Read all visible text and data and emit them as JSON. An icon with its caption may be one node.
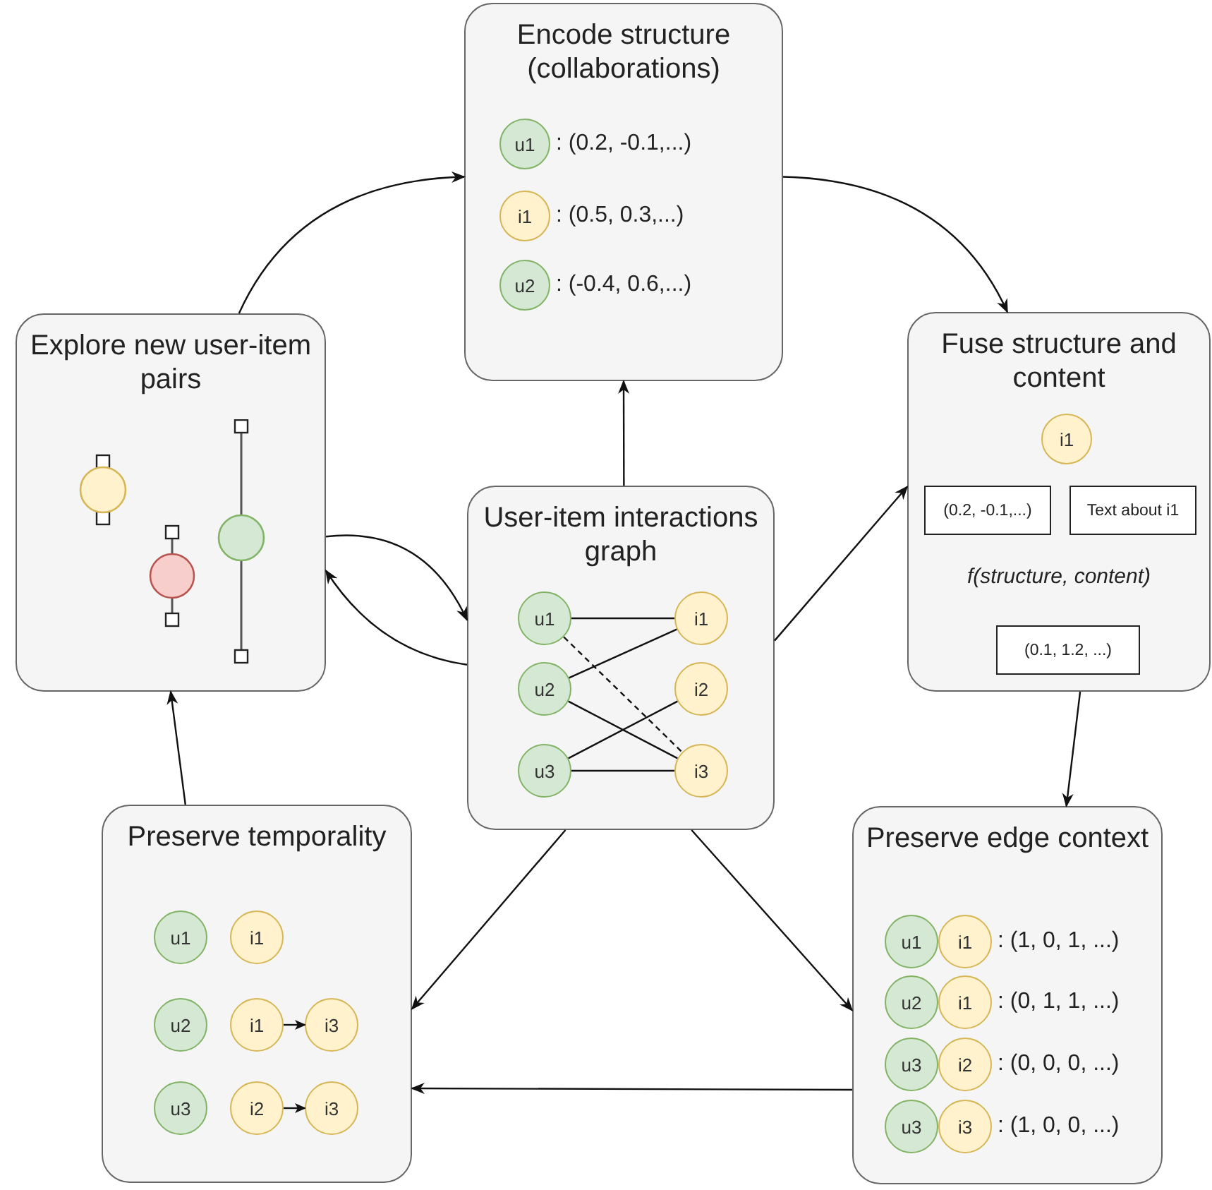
{
  "diagram": {
    "nodes": [
      {
        "text": [
          "Encode structure (collaborations)"
        ]
      },
      {
        "text": [
          "u1"
        ],
        "in": 0,
        "beside": [
          ": (0.2, -0.1,...)"
        ]
      },
      {
        "text": [
          "i1"
        ],
        "in": 0,
        "beside": [
          ": (0.5, 0.3,...)"
        ]
      },
      {
        "text": [
          "u2"
        ],
        "in": 0,
        "beside": [
          ": (-0.4, 0.6,...)"
        ]
      },
      {
        "text": [
          "Explore new user-item pairs"
        ]
      },
      {
        "text": [
          "Fuse structure and content",
          "f(structure, content)"
        ]
      },
      {
        "text": [
          "i1"
        ],
        "in": 5
      },
      {
        "text": [
          "(0.2, -0.1,...)"
        ],
        "in": 5
      },
      {
        "text": [
          "Text about i1"
        ],
        "in": 5
      },
      {
        "text": [
          "(0.1, 1.2, ...)"
        ],
        "in": 5
      },
      {
        "text": [
          "User-item interactions graph"
        ]
      },
      {
        "text": [
          "u1"
        ],
        "in": 10
      },
      {
        "text": [
          "u2"
        ],
        "in": 10
      },
      {
        "text": [
          "u3"
        ],
        "in": 10
      },
      {
        "text": [
          "i1"
        ],
        "in": 10
      },
      {
        "text": [
          "i2"
        ],
        "in": 10
      },
      {
        "text": [
          "i3"
        ],
        "in": 10
      },
      {
        "text": [
          "Preserve temporality"
        ]
      },
      {
        "text": [
          "u1"
        ],
        "in": 17
      },
      {
        "text": [
          "i1"
        ],
        "in": 17
      },
      {
        "text": [
          "u2"
        ],
        "in": 17
      },
      {
        "text": [
          "i1"
        ],
        "in": 17
      },
      {
        "text": [
          "i3"
        ],
        "in": 17
      },
      {
        "text": [
          "u3"
        ],
        "in": 17
      },
      {
        "text": [
          "i2"
        ],
        "in": 17
      },
      {
        "text": [
          "i3"
        ],
        "in": 17
      },
      {
        "text": [
          "Preserve edge context"
        ]
      },
      {
        "text": [
          "u1"
        ],
        "in": 26
      },
      {
        "text": [
          "i1"
        ],
        "in": 26,
        "beside": [
          ": (1, 0, 1, ...)"
        ]
      },
      {
        "text": [
          "u2"
        ],
        "in": 26
      },
      {
        "text": [
          "i1"
        ],
        "in": 26,
        "beside": [
          ": (0, 1, 1, ...)"
        ]
      },
      {
        "text": [
          "u3"
        ],
        "in": 26
      },
      {
        "text": [
          "i2"
        ],
        "in": 26,
        "beside": [
          ": (0, 0, 0, ...)"
        ]
      },
      {
        "text": [
          "u3"
        ],
        "in": 26
      },
      {
        "text": [
          "i3"
        ],
        "in": 26,
        "beside": [
          ": (1, 0, 0, ...)"
        ]
      }
    ],
    "edges": [
      {
        "from": 4,
        "to": 0,
        "arrow": "to"
      },
      {
        "from": 0,
        "to": 5,
        "arrow": "to"
      },
      {
        "from": 10,
        "to": 0,
        "arrow": "to"
      },
      {
        "from": 10,
        "to": 5,
        "arrow": "to"
      },
      {
        "from": 4,
        "to": 10,
        "arrow": "to"
      },
      {
        "from": 10,
        "to": 4,
        "arrow": "to"
      },
      {
        "from": 5,
        "to": 26,
        "arrow": "to"
      },
      {
        "from": 10,
        "to": 17,
        "arrow": "to"
      },
      {
        "from": 10,
        "to": 26,
        "arrow": "to"
      },
      {
        "from": 26,
        "to": 17,
        "arrow": "to"
      },
      {
        "from": 17,
        "to": 4,
        "arrow": "to"
      },
      {
        "from": 11,
        "to": 14,
        "arrow": "none"
      },
      {
        "from": 11,
        "to": 16,
        "arrow": "none",
        "style": "dashed"
      },
      {
        "from": 12,
        "to": 14,
        "arrow": "none"
      },
      {
        "from": 12,
        "to": 16,
        "arrow": "none"
      },
      {
        "from": 13,
        "to": 15,
        "arrow": "none"
      },
      {
        "from": 13,
        "to": 16,
        "arrow": "none"
      },
      {
        "from": 21,
        "to": 22,
        "arrow": "to"
      },
      {
        "from": 24,
        "to": 25,
        "arrow": "to"
      }
    ]
  }
}
